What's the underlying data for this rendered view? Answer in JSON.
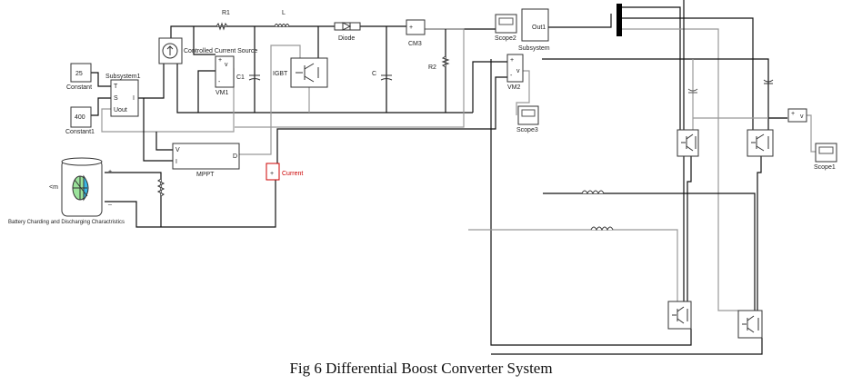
{
  "caption": "Fig 6 Differential Boost Converter System",
  "blocks": {
    "constant": {
      "value": "25",
      "label": "Constant"
    },
    "constant1": {
      "value": "400",
      "label": "Constant1"
    },
    "subsystem1": {
      "label": "Subsystem1",
      "ports": [
        "T",
        "S",
        "Uout",
        "I"
      ]
    },
    "current_source": {
      "label": "Controlled Current Source"
    },
    "r1": "R1",
    "l": "L",
    "diode": "Diode",
    "cm3": "CM3",
    "vm1": {
      "label": "VM1",
      "port": "v"
    },
    "c1": "C1",
    "igbt": "IGBT",
    "c": "C",
    "r2": "R2",
    "scope2": "Scope2",
    "subsystem": {
      "label": "Subsystem",
      "port": "Out1"
    },
    "vm2": {
      "label": "VM2",
      "port": "v"
    },
    "scope3": "Scope3",
    "mppt": {
      "label": "MPPT",
      "ports": [
        "V",
        "I",
        "D"
      ]
    },
    "current": {
      "label": "Current",
      "color": "#cc0000"
    },
    "battery": {
      "label": "Battery Charding and Discharging Charactristics",
      "port": "<m"
    },
    "scope1": "Scope1"
  }
}
